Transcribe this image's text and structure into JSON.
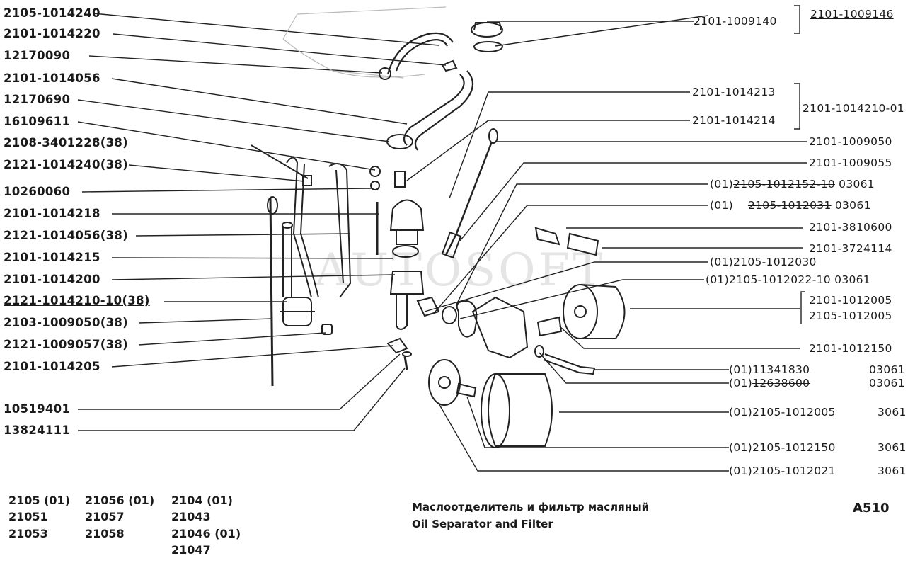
{
  "left_labels": [
    "2105-1014240",
    "2101-1014220",
    "12170090",
    "2101-1014056",
    "12170690",
    "16109611",
    "2108-3401228(38)",
    "2121-1014240(38)",
    "10260060",
    "2101-1014218",
    "2121-1014056(38)",
    "2101-1014215",
    "2101-1014200",
    "2121-1014210-10(38)",
    "2103-1009050(38)",
    "2121-1009057(38)",
    "2101-1014205",
    "10519401",
    "13824111"
  ],
  "right_labels": {
    "r1": "2101-1009140",
    "r1b": "2101-1009146",
    "r2": "2101-1014213",
    "r2b": "2101-1014210-01",
    "r3": "2101-1014214",
    "r4": "2101-1009050",
    "r5": "2101-1009055",
    "r6_pre": "(01)",
    "r6_mid": "2105-1012152-10",
    "r6_post": "03061",
    "r7_pre": "(01)",
    "r7_mid": "2105-1012031",
    "r7_post": "03061",
    "r8": "2101-3810600",
    "r9": "2101-3724114",
    "r10": "(01)2105-1012030",
    "r11_pre": "(01)",
    "r11_mid": "2105-1012022-10",
    "r11_post": "03061",
    "r12": "2101-1012005",
    "r12b": "2105-1012005",
    "r13": "2101-1012150",
    "r14_pre": "(01)",
    "r14_mid": "11341830",
    "r14_post": "03061",
    "r15_pre": "(01)",
    "r15_mid": "12638600",
    "r15_post": "03061",
    "r16": "(01)2105-1012005",
    "r16_post": "3061",
    "r17": "(01)2105-1012150",
    "r17_post": "3061",
    "r18": "(01)2105-1012021",
    "r18_post": "3061"
  },
  "models": [
    [
      "2105  (01)",
      "21056  (01)",
      "2104    (01)"
    ],
    [
      "21051",
      "21057",
      "21043"
    ],
    [
      "21053",
      "21058",
      "21046  (01)"
    ],
    [
      "",
      "",
      "21047"
    ]
  ],
  "title_ru": "Маслоотделитель и фильтр масляный",
  "title_en": "Oil Separator and Filter",
  "page_code": "A510",
  "watermark": "AUTOSOFT"
}
